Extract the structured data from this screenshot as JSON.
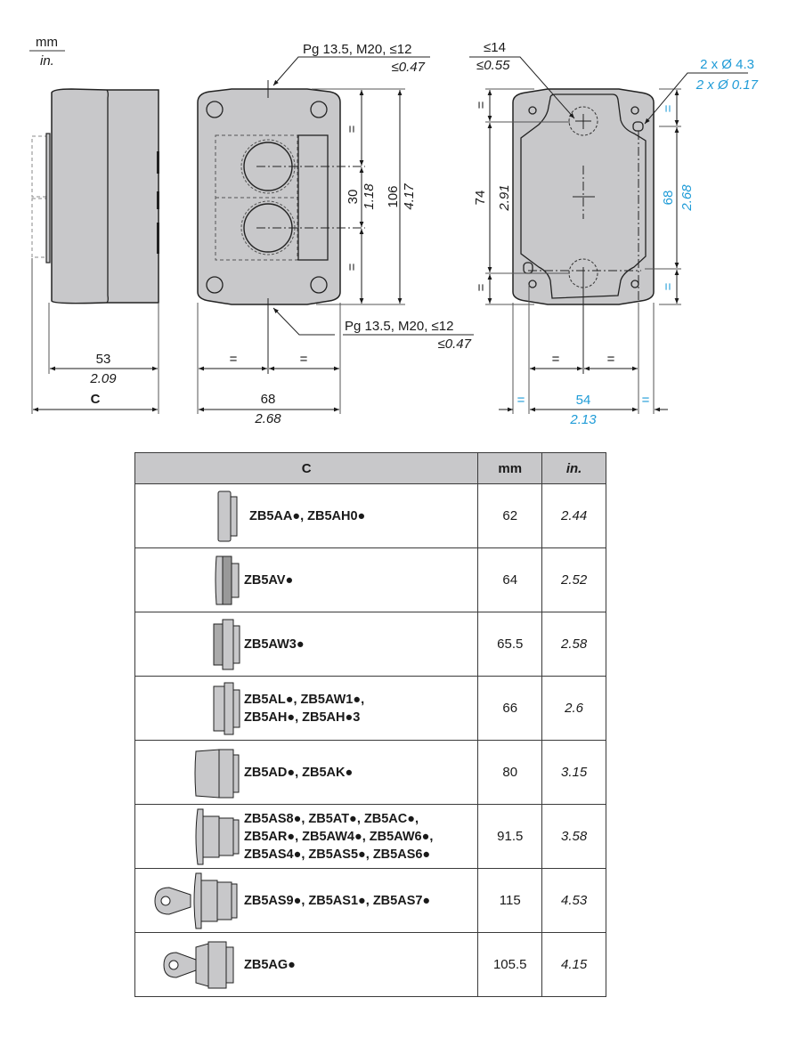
{
  "units": {
    "primary": "mm",
    "secondary": "in."
  },
  "side_view": {
    "width_mm": "53",
    "width_in": "2.09",
    "overall_label": "C"
  },
  "front_view": {
    "cable_entry_top_mm": "Pg 13.5, M20, ≤12",
    "cable_entry_top_in": "≤0.47",
    "cable_entry_bottom_mm": "Pg 13.5, M20, ≤12",
    "cable_entry_bottom_in": "≤0.47",
    "equal_marks": [
      "=",
      "=",
      "=",
      "="
    ],
    "spacing_mm": "30",
    "spacing_in": "1.18",
    "height_mm": "106",
    "height_in": "4.17",
    "width_mm": "68",
    "width_in": "2.68"
  },
  "rear_view": {
    "entry_mm": "≤14",
    "entry_in": "≤0.55",
    "holes_mm": "2 x Ø 4.3",
    "holes_in": "2 x Ø 0.17",
    "inner_height_mm": "74",
    "inner_height_in": "2.91",
    "hole_spacing_v_mm": "68",
    "hole_spacing_v_in": "2.68",
    "hole_spacing_h_mm": "54",
    "hole_spacing_h_in": "2.13",
    "equal_mark": "=",
    "blue_color": "#1e9bd7"
  },
  "table": {
    "headers": {
      "c": "C",
      "mm": "mm",
      "in": "in."
    },
    "rows": [
      {
        "icon": "pushbutton-flush-icon",
        "refs": "ZB5AA●, ZB5AH0●",
        "mm": "62",
        "in": "2.44"
      },
      {
        "icon": "pushbutton-knurled-icon",
        "refs": "ZB5AV●",
        "mm": "64",
        "in": "2.52"
      },
      {
        "icon": "pushbutton-ribbed-icon",
        "refs": "ZB5AW3●",
        "mm": "65.5",
        "in": "2.58"
      },
      {
        "icon": "pushbutton-projecting-icon",
        "refs": "ZB5AL●, ZB5AW1●,\nZB5AH●, ZB5AH●3",
        "mm": "66",
        "in": "2.6"
      },
      {
        "icon": "selector-switch-icon",
        "refs": "ZB5AD●, ZB5AK●",
        "mm": "80",
        "in": "3.15"
      },
      {
        "icon": "mushroom-head-icon",
        "refs": "ZB5AS8●, ZB5AT●, ZB5AC●,\nZB5AR●, ZB5AW4●, ZB5AW6●,\nZB5AS4●, ZB5AS5●, ZB5AS6●",
        "mm": "91.5",
        "in": "3.58"
      },
      {
        "icon": "mushroom-key-icon",
        "refs": "ZB5AS9●, ZB5AS1●, ZB5AS7●",
        "mm": "115",
        "in": "4.53"
      },
      {
        "icon": "key-switch-icon",
        "refs": "ZB5AG●",
        "mm": "105.5",
        "in": "4.15"
      }
    ]
  }
}
